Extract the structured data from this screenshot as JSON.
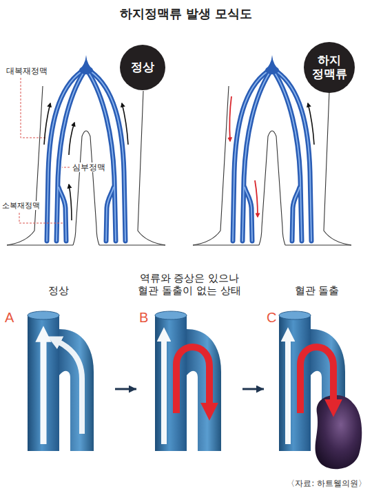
{
  "diagram": {
    "title": "하지정맥류 발생 모식도",
    "caption": "〈자료: 하트웰의원〉",
    "nodes": [
      {
        "text": [
          "정상"
        ]
      },
      {
        "text": [
          "하지 정맥류"
        ]
      },
      {
        "text": [
          "정상",
          "A"
        ]
      },
      {
        "text": [
          "역류와 증상은 있으나 혈관 돌출이 없는 상태",
          "B"
        ]
      },
      {
        "text": [
          "혈관 돌출",
          "C"
        ]
      }
    ],
    "edges": [
      {
        "from": 2,
        "to": 3,
        "arrow": "to"
      },
      {
        "from": 3,
        "to": 4,
        "arrow": "to"
      }
    ],
    "labels": [
      "대복재정맥",
      "심부정맥",
      "소복재정맥"
    ]
  }
}
